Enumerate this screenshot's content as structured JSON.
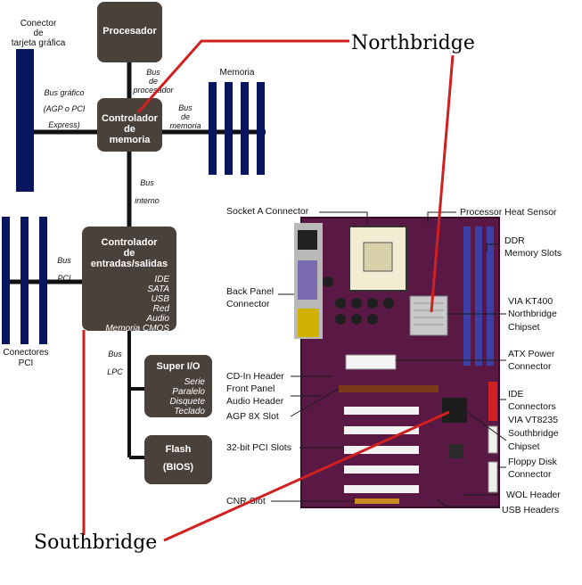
{
  "diagram": {
    "cpu": "Procesador",
    "memory_controller": [
      "Controlador",
      "de",
      "memoria"
    ],
    "io_controller": [
      "Controlador",
      "de",
      "entradas/salidas"
    ],
    "io_features": [
      "IDE",
      "SATA",
      "USB",
      "Red",
      "Audio",
      "Memoria CMOS"
    ],
    "superio_title": "Super I/O",
    "superio_features": [
      "Serie",
      "Paralelo",
      "Disquete",
      "Teclado"
    ],
    "flash_title": "Flash",
    "flash_sub": "(BIOS)",
    "graphics_connector": [
      "Conector",
      "de",
      "tarjeta gráfica"
    ],
    "memory_label": "Memoria",
    "pci_connectors": [
      "Conectores",
      "PCI"
    ],
    "bus_graphics": [
      "Bus gráfico",
      "(AGP o PCI",
      "Express)"
    ],
    "bus_processor": [
      "Bus",
      "de",
      "procesador"
    ],
    "bus_memory": [
      "Bus",
      "de",
      "memoria"
    ],
    "bus_internal": [
      "Bus",
      "interno"
    ],
    "bus_pci": [
      "Bus",
      "PCI"
    ],
    "bus_lpc": [
      "Bus",
      "LPC"
    ]
  },
  "motherboard": {
    "left_labels": [
      "Socket A Connector",
      "Back Panel",
      "Connector",
      "CD-In Header",
      "Front Panel",
      "Audio Header",
      "AGP 8X Slot",
      "32-bit PCI Slots",
      "CNR Slot"
    ],
    "right_labels": [
      "Processor Heat Sensor",
      "DDR",
      "Memory Slots",
      "VIA KT400",
      "Northbridge",
      "Chipset",
      "ATX Power",
      "Connector",
      "IDE",
      "Connectors",
      "VIA VT8235",
      "Southbridge",
      "Chipset",
      "Floppy Disk",
      "Connector",
      "WOL Header",
      "USB Headers"
    ]
  },
  "annotations": {
    "northbridge": "Northbridge",
    "southbridge": "Southbridge"
  },
  "colors": {
    "box": "#4a413b",
    "bus_line": "#111111",
    "slot_blue": "#0a1560",
    "board": "#5a1844",
    "annotation_red": "#d02020",
    "callout_line": "#1a1a1a"
  }
}
